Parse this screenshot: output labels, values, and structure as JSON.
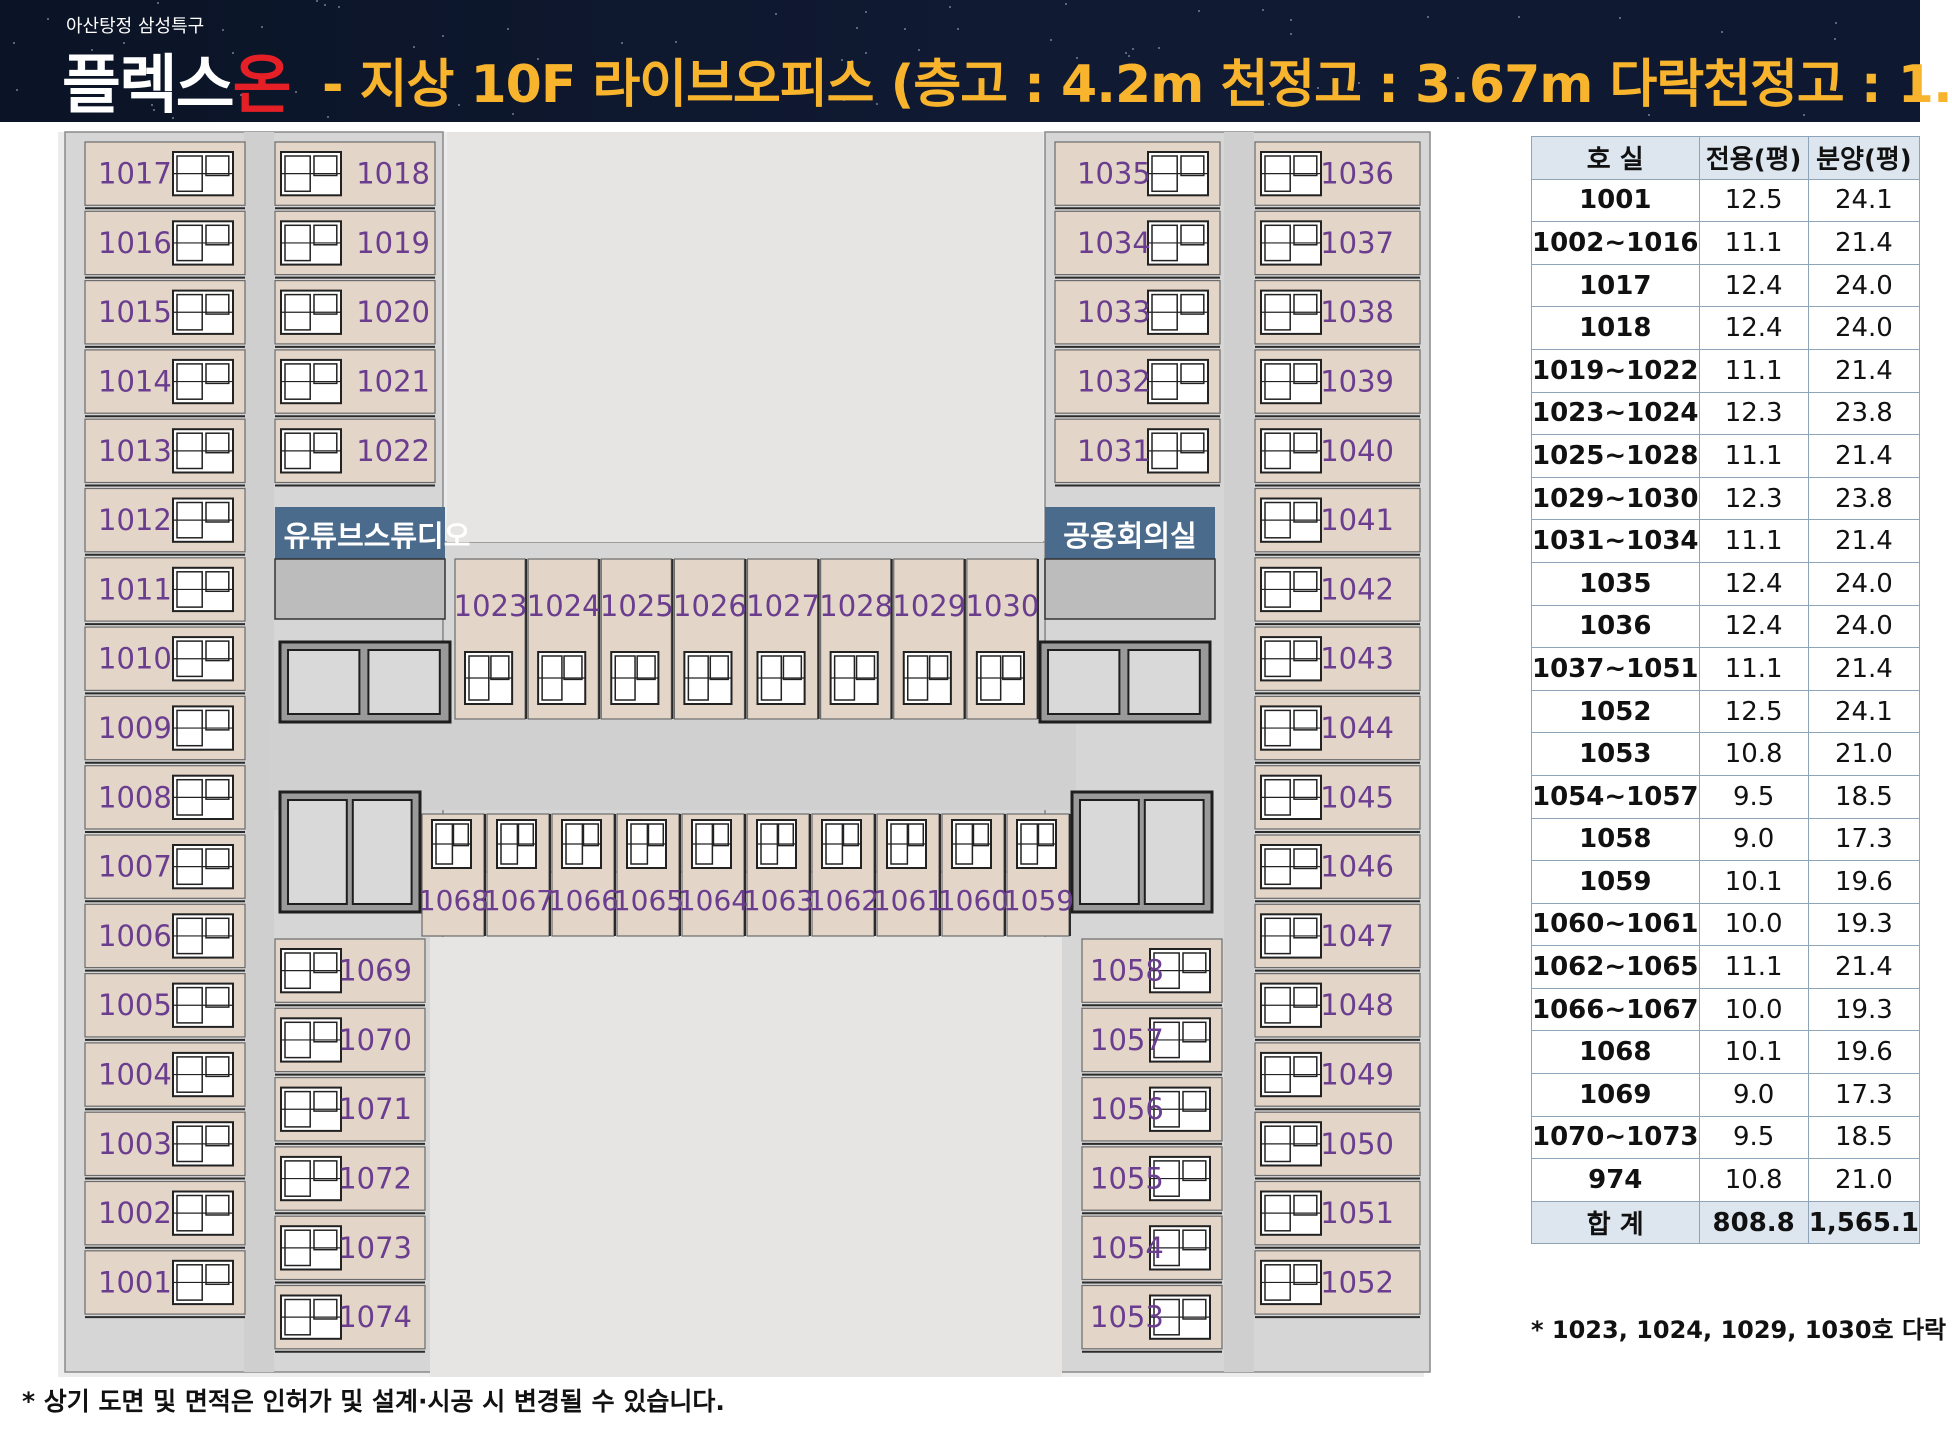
{
  "header": {
    "subtitle": "아산탕정 삼성특구",
    "brand_main": "플렉스",
    "brand_accent": "온",
    "headline": "- 지상 10F 라이브오피스 (층고 : 4.2m 천정고 : 3.67m 다락천정고 : 1."
  },
  "floor_plan": {
    "amenity_left": "유튜브스튜디오",
    "amenity_right": "공용회의실",
    "left_outer_units": [
      "1017",
      "1016",
      "1015",
      "1014",
      "1013",
      "1012",
      "1011",
      "1010",
      "1009",
      "1008",
      "1007",
      "1006",
      "1005",
      "1004",
      "1003",
      "1002",
      "1001"
    ],
    "left_inner_top_units": [
      "1018",
      "1019",
      "1020",
      "1021",
      "1022"
    ],
    "left_inner_bottom_units": [
      "1069",
      "1070",
      "1071",
      "1072",
      "1073",
      "1074"
    ],
    "right_inner_top_units": [
      "1035",
      "1034",
      "1033",
      "1032",
      "1031"
    ],
    "right_inner_bottom_units": [
      "1058",
      "1057",
      "1056",
      "1055",
      "1054",
      "1053"
    ],
    "right_outer_units": [
      "1036",
      "1037",
      "1038",
      "1039",
      "1040",
      "1041",
      "1042",
      "1043",
      "1044",
      "1045",
      "1046",
      "1047",
      "1048",
      "1049",
      "1050",
      "1051",
      "1052"
    ],
    "bridge_top_units": [
      "1023",
      "1024",
      "1025",
      "1026",
      "1027",
      "1028",
      "1029",
      "1030"
    ],
    "bridge_bottom_units": [
      "1068",
      "1067",
      "1066",
      "1065",
      "1064",
      "1063",
      "1062",
      "1061",
      "1060",
      "1059"
    ]
  },
  "area_table": {
    "headers": [
      "호 실",
      "전용(평)",
      "분양(평)"
    ],
    "rows": [
      [
        "1001",
        "12.5",
        "24.1"
      ],
      [
        "1002~1016",
        "11.1",
        "21.4"
      ],
      [
        "1017",
        "12.4",
        "24.0"
      ],
      [
        "1018",
        "12.4",
        "24.0"
      ],
      [
        "1019~1022",
        "11.1",
        "21.4"
      ],
      [
        "1023~1024",
        "12.3",
        "23.8"
      ],
      [
        "1025~1028",
        "11.1",
        "21.4"
      ],
      [
        "1029~1030",
        "12.3",
        "23.8"
      ],
      [
        "1031~1034",
        "11.1",
        "21.4"
      ],
      [
        "1035",
        "12.4",
        "24.0"
      ],
      [
        "1036",
        "12.4",
        "24.0"
      ],
      [
        "1037~1051",
        "11.1",
        "21.4"
      ],
      [
        "1052",
        "12.5",
        "24.1"
      ],
      [
        "1053",
        "10.8",
        "21.0"
      ],
      [
        "1054~1057",
        "9.5",
        "18.5"
      ],
      [
        "1058",
        "9.0",
        "17.3"
      ],
      [
        "1059",
        "10.1",
        "19.6"
      ],
      [
        "1060~1061",
        "10.0",
        "19.3"
      ],
      [
        "1062~1065",
        "11.1",
        "21.4"
      ],
      [
        "1066~1067",
        "10.0",
        "19.3"
      ],
      [
        "1068",
        "10.1",
        "19.6"
      ],
      [
        "1069",
        "9.0",
        "17.3"
      ],
      [
        "1070~1073",
        "9.5",
        "18.5"
      ],
      [
        "974",
        "10.8",
        "21.0"
      ]
    ],
    "total": [
      "합 계",
      "808.8",
      "1,565.1"
    ]
  },
  "notes": {
    "right": "* 1023, 1024, 1029, 1030호 다락",
    "bottom": "* 상기 도면 및 면적은 인허가 및 설계·시공 시 변경될 수 있습니다."
  },
  "colors": {
    "header_bg": "#0b1426",
    "brand_accent": "#e42026",
    "headline": "#f7b42c",
    "unit_floor": "#e3d5c8",
    "unit_label": "#6a3d8f",
    "amenity_bar": "#4b6b8c",
    "table_header_bg": "#dde6ee"
  }
}
